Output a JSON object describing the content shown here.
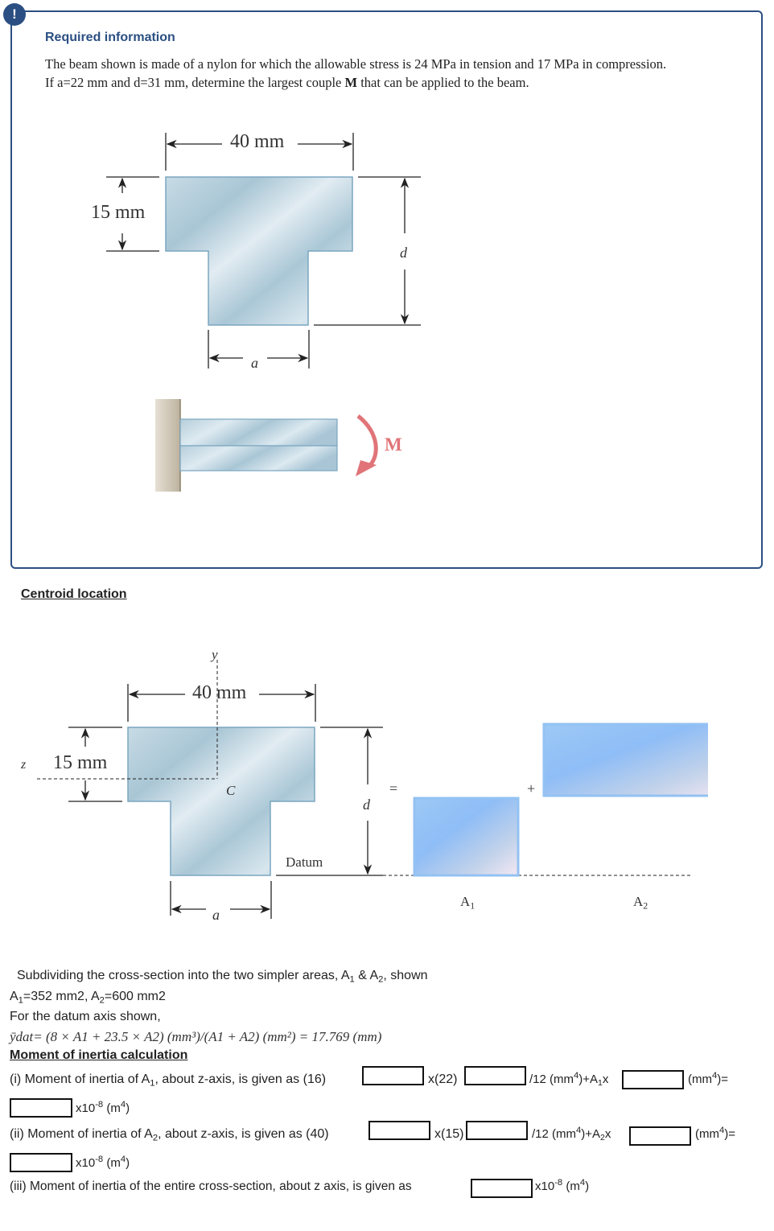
{
  "required_info": {
    "icon": "exclamation-icon",
    "title": "Required information",
    "line1": "The beam shown is made of a nylon for which the allowable stress is 24 MPa in tension and 17 MPa in compression.",
    "line2_pre": "If a=22 mm and d=31 mm, determine the largest couple ",
    "line2_bold": "M",
    "line2_post": " that can be applied to the beam."
  },
  "figure1": {
    "width_label": "40 mm",
    "flange_label": "15 mm",
    "depth_label": "d",
    "web_label": "a",
    "moment_label": "M",
    "colors": {
      "section_fill": "#b6d0dc",
      "section_stroke": "#7aa6c0",
      "wall": "#c9bfab",
      "moment_arrow": "#e07478"
    }
  },
  "centroid": {
    "heading": "Centroid location",
    "y_axis": "y",
    "z_axis": "z",
    "centroid_label": "C",
    "width_label": "40 mm",
    "flange_label": "15 mm",
    "depth_label": "d",
    "web_label": "a",
    "datum_label": "Datum",
    "equals": "=",
    "plus": "+",
    "a1_label": "A",
    "a1_sub": "1",
    "a2_label": "A",
    "a2_sub": "2"
  },
  "text": {
    "subdivide_pre": "Subdividing the cross-section into the two simpler areas, A",
    "subdivide_s1": "1",
    "subdivide_mid": " & A",
    "subdivide_s2": "2",
    "subdivide_post": ", shown",
    "areas_a": "A",
    "areas_s1": "1",
    "areas_mid": "=352 mm2, A",
    "areas_s2": "2",
    "areas_post": "=600 mm2",
    "datum_line": "For the datum axis shown,",
    "ybar_formula": "ȳdat= (8 × A1 + 23.5 × A2) (mm³)/(A1 + A2) (mm²) = 17.769 (mm)",
    "ybar_value": "17.769",
    "moi_heading": "Moment of inertia calculation"
  },
  "moi": {
    "row1": {
      "pre": "(i)  Moment of inertia of A",
      "sub": "1",
      "post": ", about z-axis, is given as (16)",
      "mult": "x(22)",
      "div": "/12 (mm",
      "exp4": "4",
      "plus_a": ")+A",
      "a_sub": "1",
      "x": "x",
      "unit_mm": "(mm",
      "eq": ")=",
      "x10": "x10",
      "exp": "-8",
      "unit_m": " (m",
      "close": ")",
      "input1_value": "",
      "input2_value": "",
      "input3_value": "",
      "input4_value": ""
    },
    "row2": {
      "pre": "(ii) Moment of inertia of A",
      "sub": "2",
      "post": ", about z-axis, is given as (40)",
      "mult": "x(15)",
      "div": "/12 (mm",
      "exp4": "4",
      "plus_a": ")+A",
      "a_sub": "2",
      "x": "x",
      "unit_mm": "(mm",
      "eq": ")=",
      "x10": "x10",
      "exp": "-8",
      "unit_m": " (m",
      "close": ")",
      "input1_value": "",
      "input2_value": "",
      "input3_value": "",
      "input4_value": ""
    },
    "row3": {
      "text": "(iii) Moment of inertia of the entire cross-section, about z axis, is given as",
      "x10": "x10",
      "exp": "-8",
      "unit_m": " (m",
      "exp4": "4",
      "close": ")",
      "input_value": ""
    }
  }
}
